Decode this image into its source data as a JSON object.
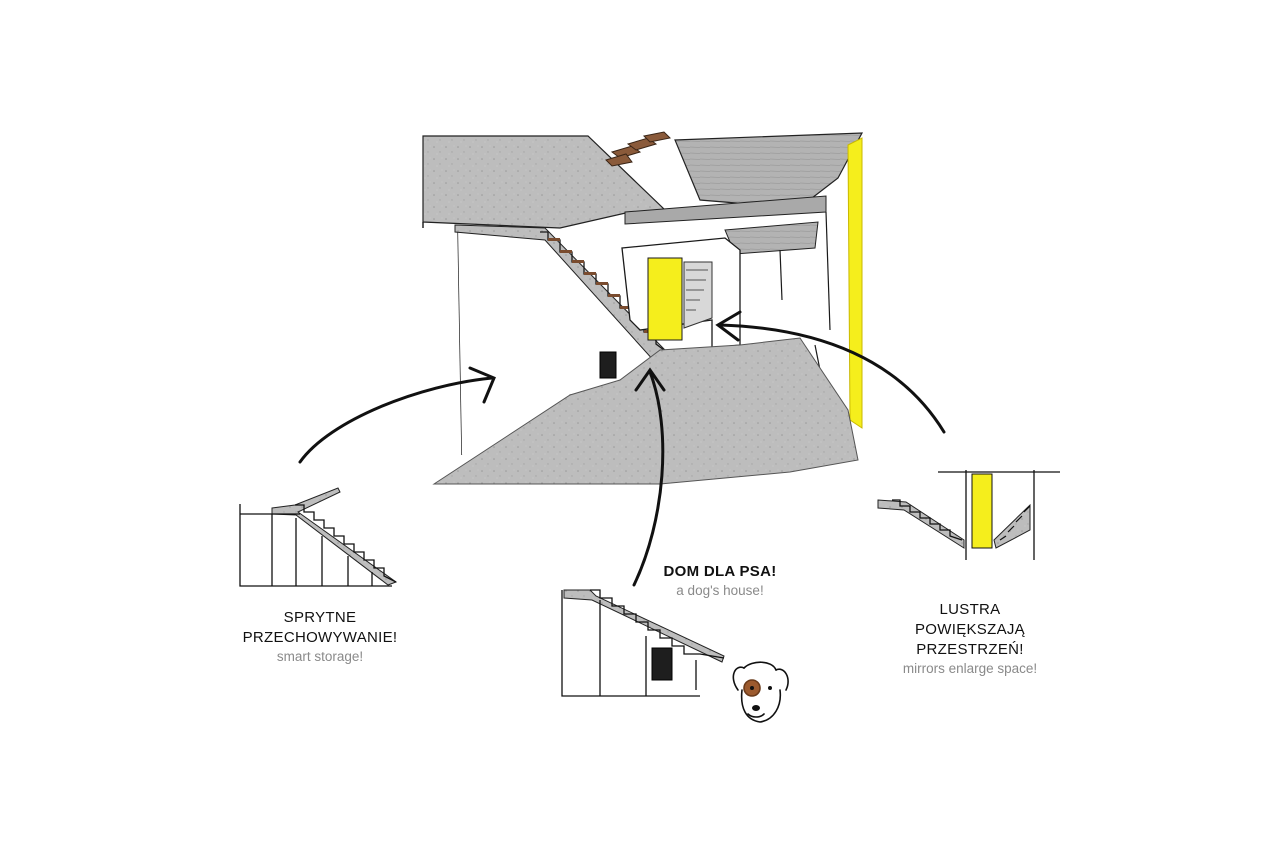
{
  "captions": {
    "storage": {
      "title_line1": "SPRYTNE",
      "title_line2": "PRZECHOWYWANIE!",
      "subtitle": "smart storage!"
    },
    "dog": {
      "title": "DOM DLA PSA!",
      "subtitle": "a dog's house!"
    },
    "mirrors": {
      "title_line1": "LUSTRA",
      "title_line2": "POWIĘKSZAJĄ",
      "title_line3": "PRZESTRZEŃ!",
      "subtitle": "mirrors enlarge space!"
    }
  },
  "colors": {
    "concrete": "#b8b8b8",
    "concrete_dark": "#9e9e9e",
    "accent_yellow": "#f5ee1c",
    "wood": "#8a5a3a",
    "ink": "#111111"
  }
}
